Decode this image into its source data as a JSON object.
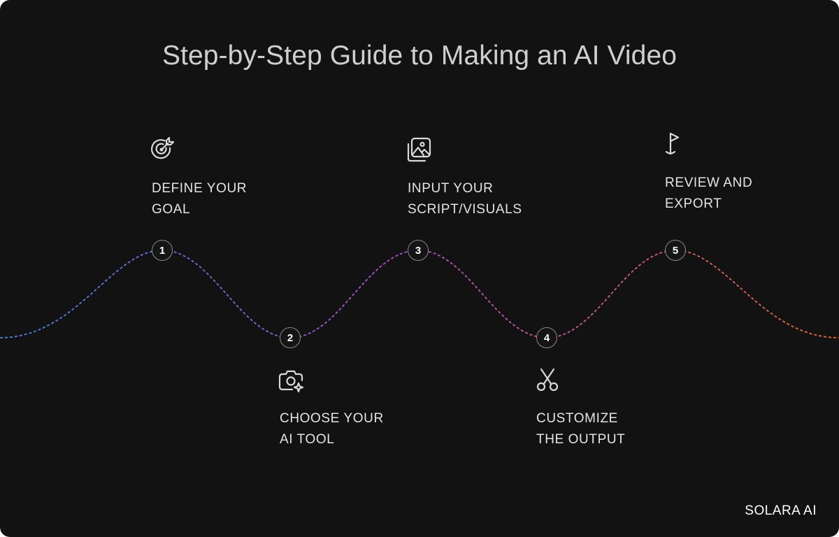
{
  "title": "Step-by-Step Guide to Making an AI Video",
  "brand": "SOLARA AI",
  "colors": {
    "background": "#121212",
    "curve_start": "#3f86e8",
    "curve_mid": "#b04fd8",
    "curve_end": "#f06a2a"
  },
  "steps": [
    {
      "number": "1",
      "line1": "DEFINE YOUR",
      "line2": "GOAL",
      "icon": "target-arrow-icon"
    },
    {
      "number": "2",
      "line1": "CHOOSE YOUR",
      "line2": "AI TOOL",
      "icon": "camera-sparkle-icon"
    },
    {
      "number": "3",
      "line1": "INPUT YOUR",
      "line2": "SCRIPT/VISUALS",
      "icon": "image-gallery-icon"
    },
    {
      "number": "4",
      "line1": "CUSTOMIZE",
      "line2": "THE OUTPUT",
      "icon": "scissors-icon"
    },
    {
      "number": "5",
      "line1": "REVIEW AND",
      "line2": "EXPORT",
      "icon": "flag-icon"
    }
  ]
}
